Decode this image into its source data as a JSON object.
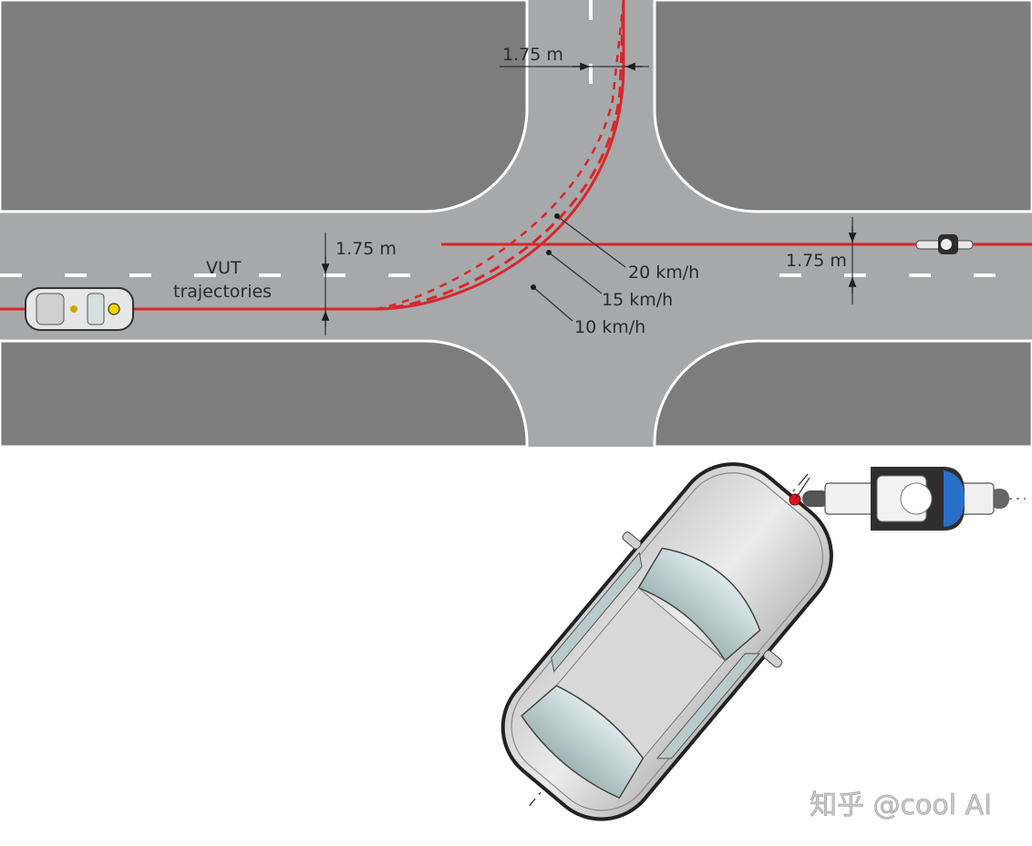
{
  "colors": {
    "block": "#7d7d7d",
    "road": "#a6a8aa",
    "lane_marking": "#ffffff",
    "trajectory": "#d9262b",
    "annotation": "#2b2b2b",
    "impact_point": "#e0161c",
    "rider_jacket": "#2a6fc9"
  },
  "top_view": {
    "vut_label_line1": "VUT",
    "vut_label_line2": "trajectories",
    "lateral_offset_top": "1.75 m",
    "lateral_offset_left": "1.75 m",
    "lateral_offset_right": "1.75 m",
    "speeds": [
      {
        "label": "20 km/h",
        "style": "short-dash"
      },
      {
        "label": "15 km/h",
        "style": "long-dash"
      },
      {
        "label": "10 km/h",
        "style": "solid"
      }
    ]
  },
  "detail_view": {
    "description": "Impact configuration: car turning across path of oncoming motorcycle, red dot marks contact point"
  },
  "watermark": "知乎 @cool AI"
}
